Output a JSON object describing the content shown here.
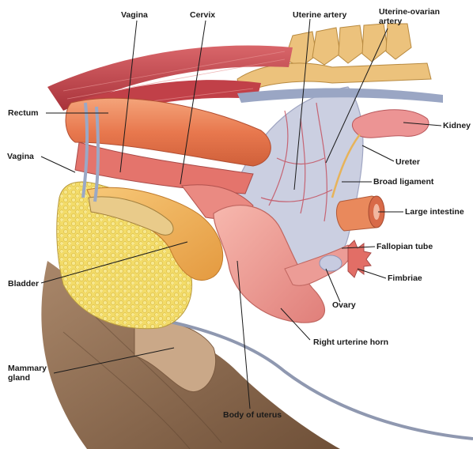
{
  "labels": {
    "vagina_top": "Vagina",
    "cervix": "Cervix",
    "uterine_artery": "Uterine artery",
    "uterine_ovarian_artery_1": "Uterine-ovarian",
    "uterine_ovarian_artery_2": "artery",
    "rectum": "Rectum",
    "kidney": "Kidney",
    "vagina_left": "Vagina",
    "ureter": "Ureter",
    "broad_ligament": "Broad ligament",
    "large_intestine": "Large intestine",
    "fallopian_tube": "Fallopian tube",
    "bladder": "Bladder",
    "fimbriae": "Fimbriae",
    "ovary": "Ovary",
    "right_uterine_horn": "Right urterine horn",
    "mammary_gland_1": "Mammary",
    "mammary_gland_2": "gland",
    "body_of_uterus": "Body of uterus"
  },
  "colors": {
    "muscle": "#c9454a",
    "bone": "#e8c07a",
    "rectum": "#e8835a",
    "uterus": "#f0a09a",
    "bladder": "#f2b25e",
    "fat": "#f2d860",
    "skin": "#8a6a50",
    "ligament": "#b9bfd6",
    "kidney": "#e88d8d"
  }
}
